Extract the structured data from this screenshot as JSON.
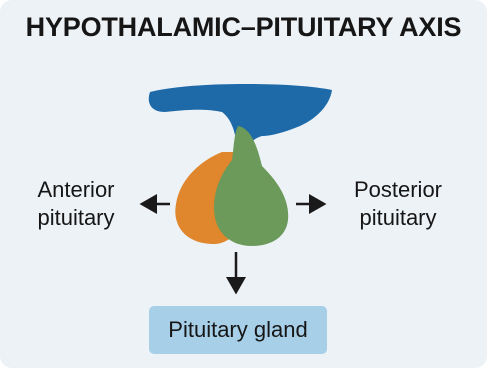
{
  "title": "HYPOTHALAMIC–PITUITARY AXIS",
  "labels": {
    "anterior_line1": "Anterior",
    "anterior_line2": "pituitary",
    "posterior_line1": "Posterior",
    "posterior_line2": "pituitary",
    "gland": "Pituitary gland"
  },
  "colors": {
    "background": "#edf2f7",
    "hypothalamus": "#1e6aa8",
    "anterior_lobe": "#e0862c",
    "posterior_lobe": "#6b9a5a",
    "gland_box": "#a8cfe8",
    "arrow": "#1a1a1a"
  }
}
